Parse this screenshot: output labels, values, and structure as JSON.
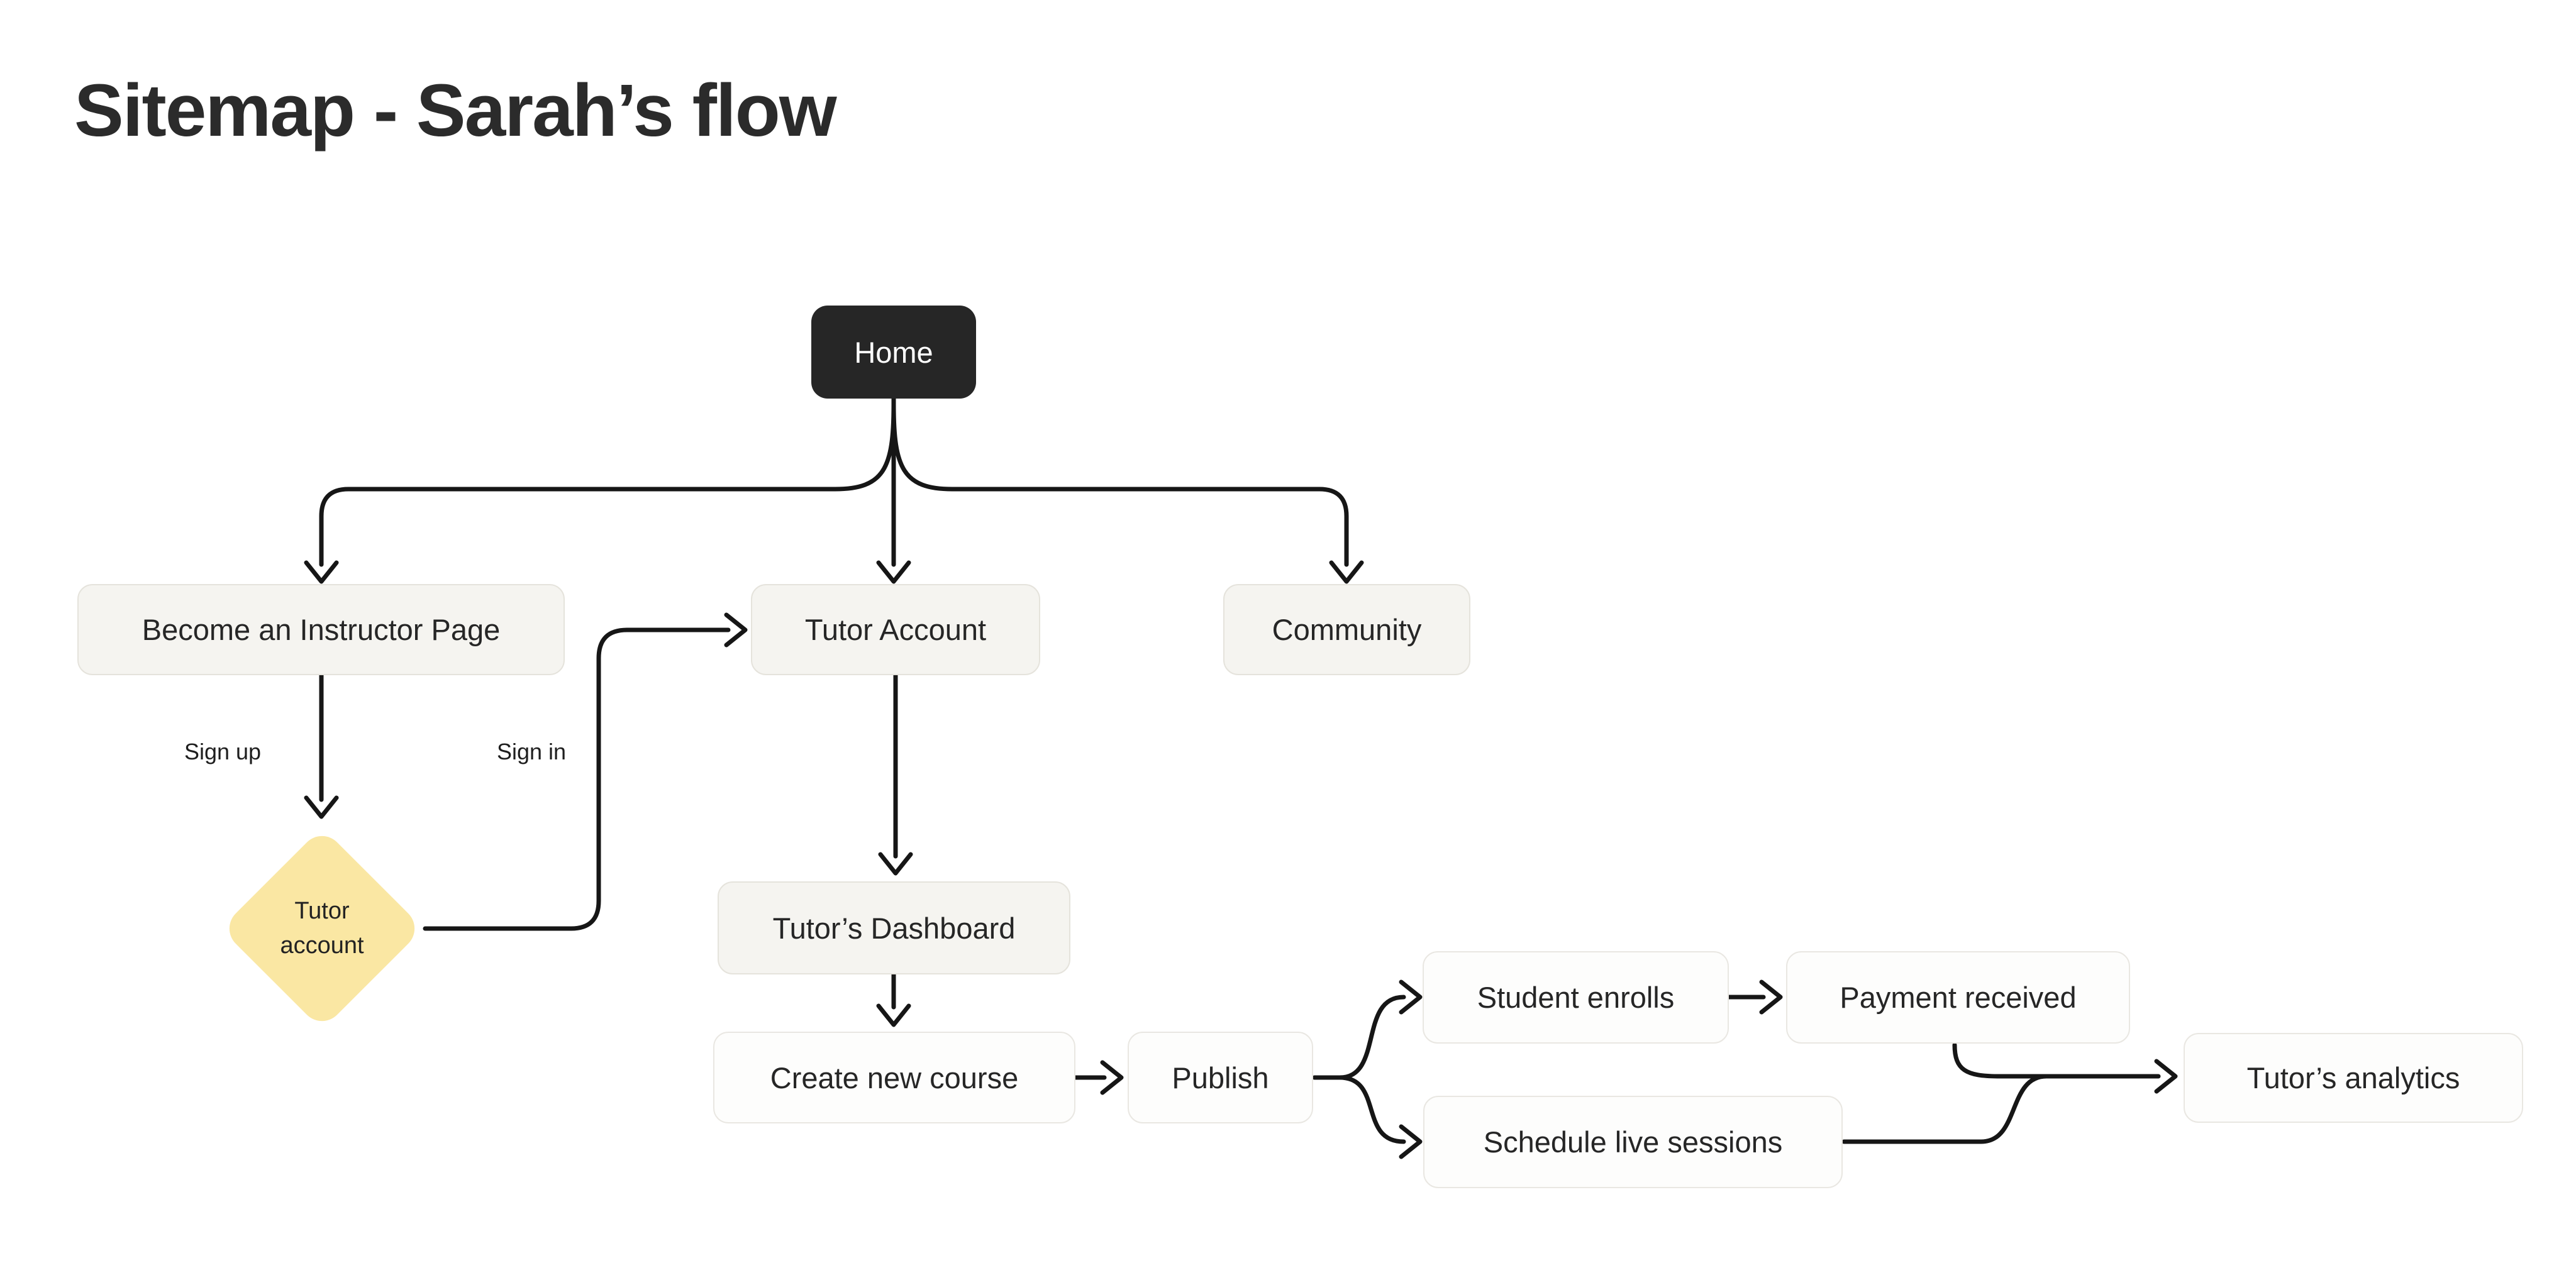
{
  "page": {
    "title": "Sitemap - Sarah’s flow"
  },
  "nodes": {
    "home": {
      "label": "Home"
    },
    "become_instructor": {
      "label": "Become an Instructor Page"
    },
    "tutor_account": {
      "label": "Tutor Account"
    },
    "community": {
      "label": "Community"
    },
    "tutor_account_diamond": {
      "label": "Tutor account"
    },
    "tutors_dashboard": {
      "label": "Tutor’s Dashboard"
    },
    "create_new_course": {
      "label": "Create new course"
    },
    "publish": {
      "label": "Publish"
    },
    "student_enrolls": {
      "label": "Student enrolls"
    },
    "payment_received": {
      "label": "Payment received"
    },
    "schedule_live_sessions": {
      "label": "Schedule live sessions"
    },
    "tutors_analytics": {
      "label": "Tutor’s analytics"
    }
  },
  "edge_labels": {
    "sign_up": "Sign up",
    "sign_in": "Sign in"
  },
  "colors": {
    "line": "#161616",
    "title": "#2b2b2b",
    "text": "#262626",
    "beige_fill": "#f5f4f0",
    "beige_border": "#e5e3dc",
    "white_fill": "#fdfdfc",
    "white_border": "#e9e7e2",
    "home_bg": "#262626",
    "home_text": "#ffffff",
    "diamond_fill": "#fae7a3"
  }
}
